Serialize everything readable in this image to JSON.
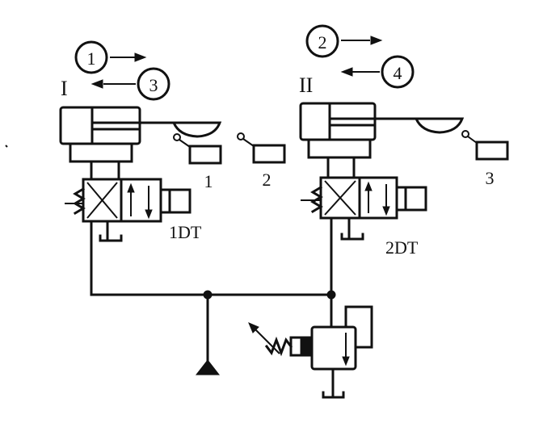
{
  "colors": {
    "ink": "#111111",
    "background": "#ffffff"
  },
  "cylinders": [
    {
      "roman": "I"
    },
    {
      "roman": "II"
    }
  ],
  "sequence": [
    {
      "step": "1",
      "direction": "right"
    },
    {
      "step": "3",
      "direction": "left"
    },
    {
      "step": "2",
      "direction": "right"
    },
    {
      "step": "4",
      "direction": "left"
    }
  ],
  "limit_switches": [
    {
      "label": "1"
    },
    {
      "label": "2"
    },
    {
      "label": "3"
    }
  ],
  "solenoids": [
    {
      "label": "1DT"
    },
    {
      "label": "2DT"
    }
  ],
  "icons": {
    "pump": "pump-triangle-icon",
    "relief_valve": "relief-valve-icon",
    "tank": "tank-return-icon"
  }
}
